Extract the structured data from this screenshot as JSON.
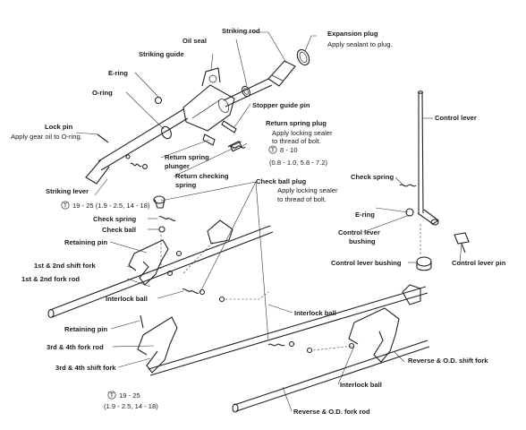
{
  "labels": {
    "striking_rod": "Striking rod",
    "expansion_plug": "Expansion plug",
    "apply_sealant": "Apply sealant to plug.",
    "oil_seal": "Oil seal",
    "striking_guide": "Striking guide",
    "e_ring_top": "E-ring",
    "o_ring": "O-ring",
    "stopper_guide_pin": "Stopper guide pin",
    "return_spring_plug": "Return spring plug",
    "locking_sealer_1": "Apply locking sealer",
    "thread_of_bolt_1": "to thread of bolt.",
    "torque_rsp": "8 - 10",
    "torque_rsp_alt": "(0.8 - 1.0, 5.8 - 7.2)",
    "lock_pin": "Lock pin",
    "gear_oil": "Apply gear oil to O-ring.",
    "return_spring_plunger_1": "Return spring",
    "return_spring_plunger_2": "plunger",
    "return_checking_spring_1": "Return checking",
    "return_checking_spring_2": "spring",
    "striking_lever": "Striking lever",
    "check_ball_plug": "Check ball plug",
    "locking_sealer_2": "Apply locking sealer",
    "thread_of_bolt_2": "to thread of bolt.",
    "control_lever": "Control lever",
    "check_spring_right": "Check spring",
    "e_ring_right": "E-ring",
    "control_lever_bushing_1": "Control lever",
    "control_lever_bushing_2": "bushing",
    "control_lever_bushing_b": "Control lever bushing",
    "control_lever_pin": "Control lever pin",
    "torque_cbp": "19 - 25 (1.9 - 2.5, 14 - 18)",
    "check_spring_left": "Check spring",
    "check_ball": "Check ball",
    "retaining_pin_1": "Retaining pin",
    "shift_fork_12": "1st & 2nd shift fork",
    "fork_rod_12": "1st & 2nd fork rod",
    "interlock_ball_1": "Interlock ball",
    "interlock_ball_2": "Interlock ball",
    "retaining_pin_2": "Retaining pin",
    "fork_rod_34": "3rd & 4th fork rod",
    "shift_fork_34": "3rd & 4th shift fork",
    "shift_fork_rod": "Reverse & O.D. shift fork",
    "interlock_ball_3": "Interlock ball",
    "torque_bottom": "19 - 25",
    "torque_bottom_alt": "(1.9 - 2.5, 14 - 18)",
    "fork_rod_rod": "Reverse & O.D. fork rod",
    "torque_symbol": "T"
  }
}
